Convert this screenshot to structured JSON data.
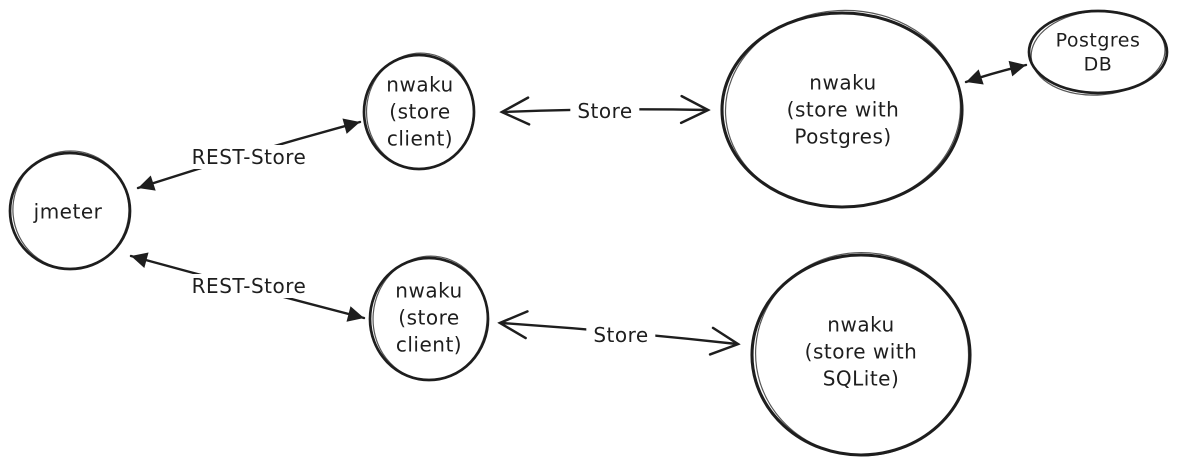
{
  "diagram": {
    "background": "#ffffff",
    "stroke_color": "#1e1e1e",
    "style": "hand-drawn sketch",
    "nodes": [
      {
        "id": "jmeter",
        "shape": "circle",
        "label": "jmeter"
      },
      {
        "id": "nwaku-store-client-top",
        "shape": "circle",
        "label": "nwaku\n(store\nclient)"
      },
      {
        "id": "nwaku-store-postgres",
        "shape": "ellipse",
        "label": "nwaku\n(store with\nPostgres)"
      },
      {
        "id": "postgres-db",
        "shape": "ellipse",
        "label": "Postgres\nDB"
      },
      {
        "id": "nwaku-store-client-bottom",
        "shape": "circle",
        "label": "nwaku\n(store\nclient)"
      },
      {
        "id": "nwaku-store-sqlite",
        "shape": "circle",
        "label": "nwaku\n(store with\nSQLite)"
      }
    ],
    "edges": [
      {
        "from": "jmeter",
        "to": "nwaku-store-client-top",
        "label": "REST-Store",
        "arrow": "double-headed-filled"
      },
      {
        "from": "nwaku-store-client-top",
        "to": "nwaku-store-postgres",
        "label": "Store",
        "arrow": "double-headed-open"
      },
      {
        "from": "nwaku-store-postgres",
        "to": "postgres-db",
        "label": "",
        "arrow": "double-headed-filled"
      },
      {
        "from": "jmeter",
        "to": "nwaku-store-client-bottom",
        "label": "REST-Store",
        "arrow": "double-headed-filled"
      },
      {
        "from": "nwaku-store-client-bottom",
        "to": "nwaku-store-sqlite",
        "label": "Store",
        "arrow": "double-headed-open"
      }
    ]
  }
}
